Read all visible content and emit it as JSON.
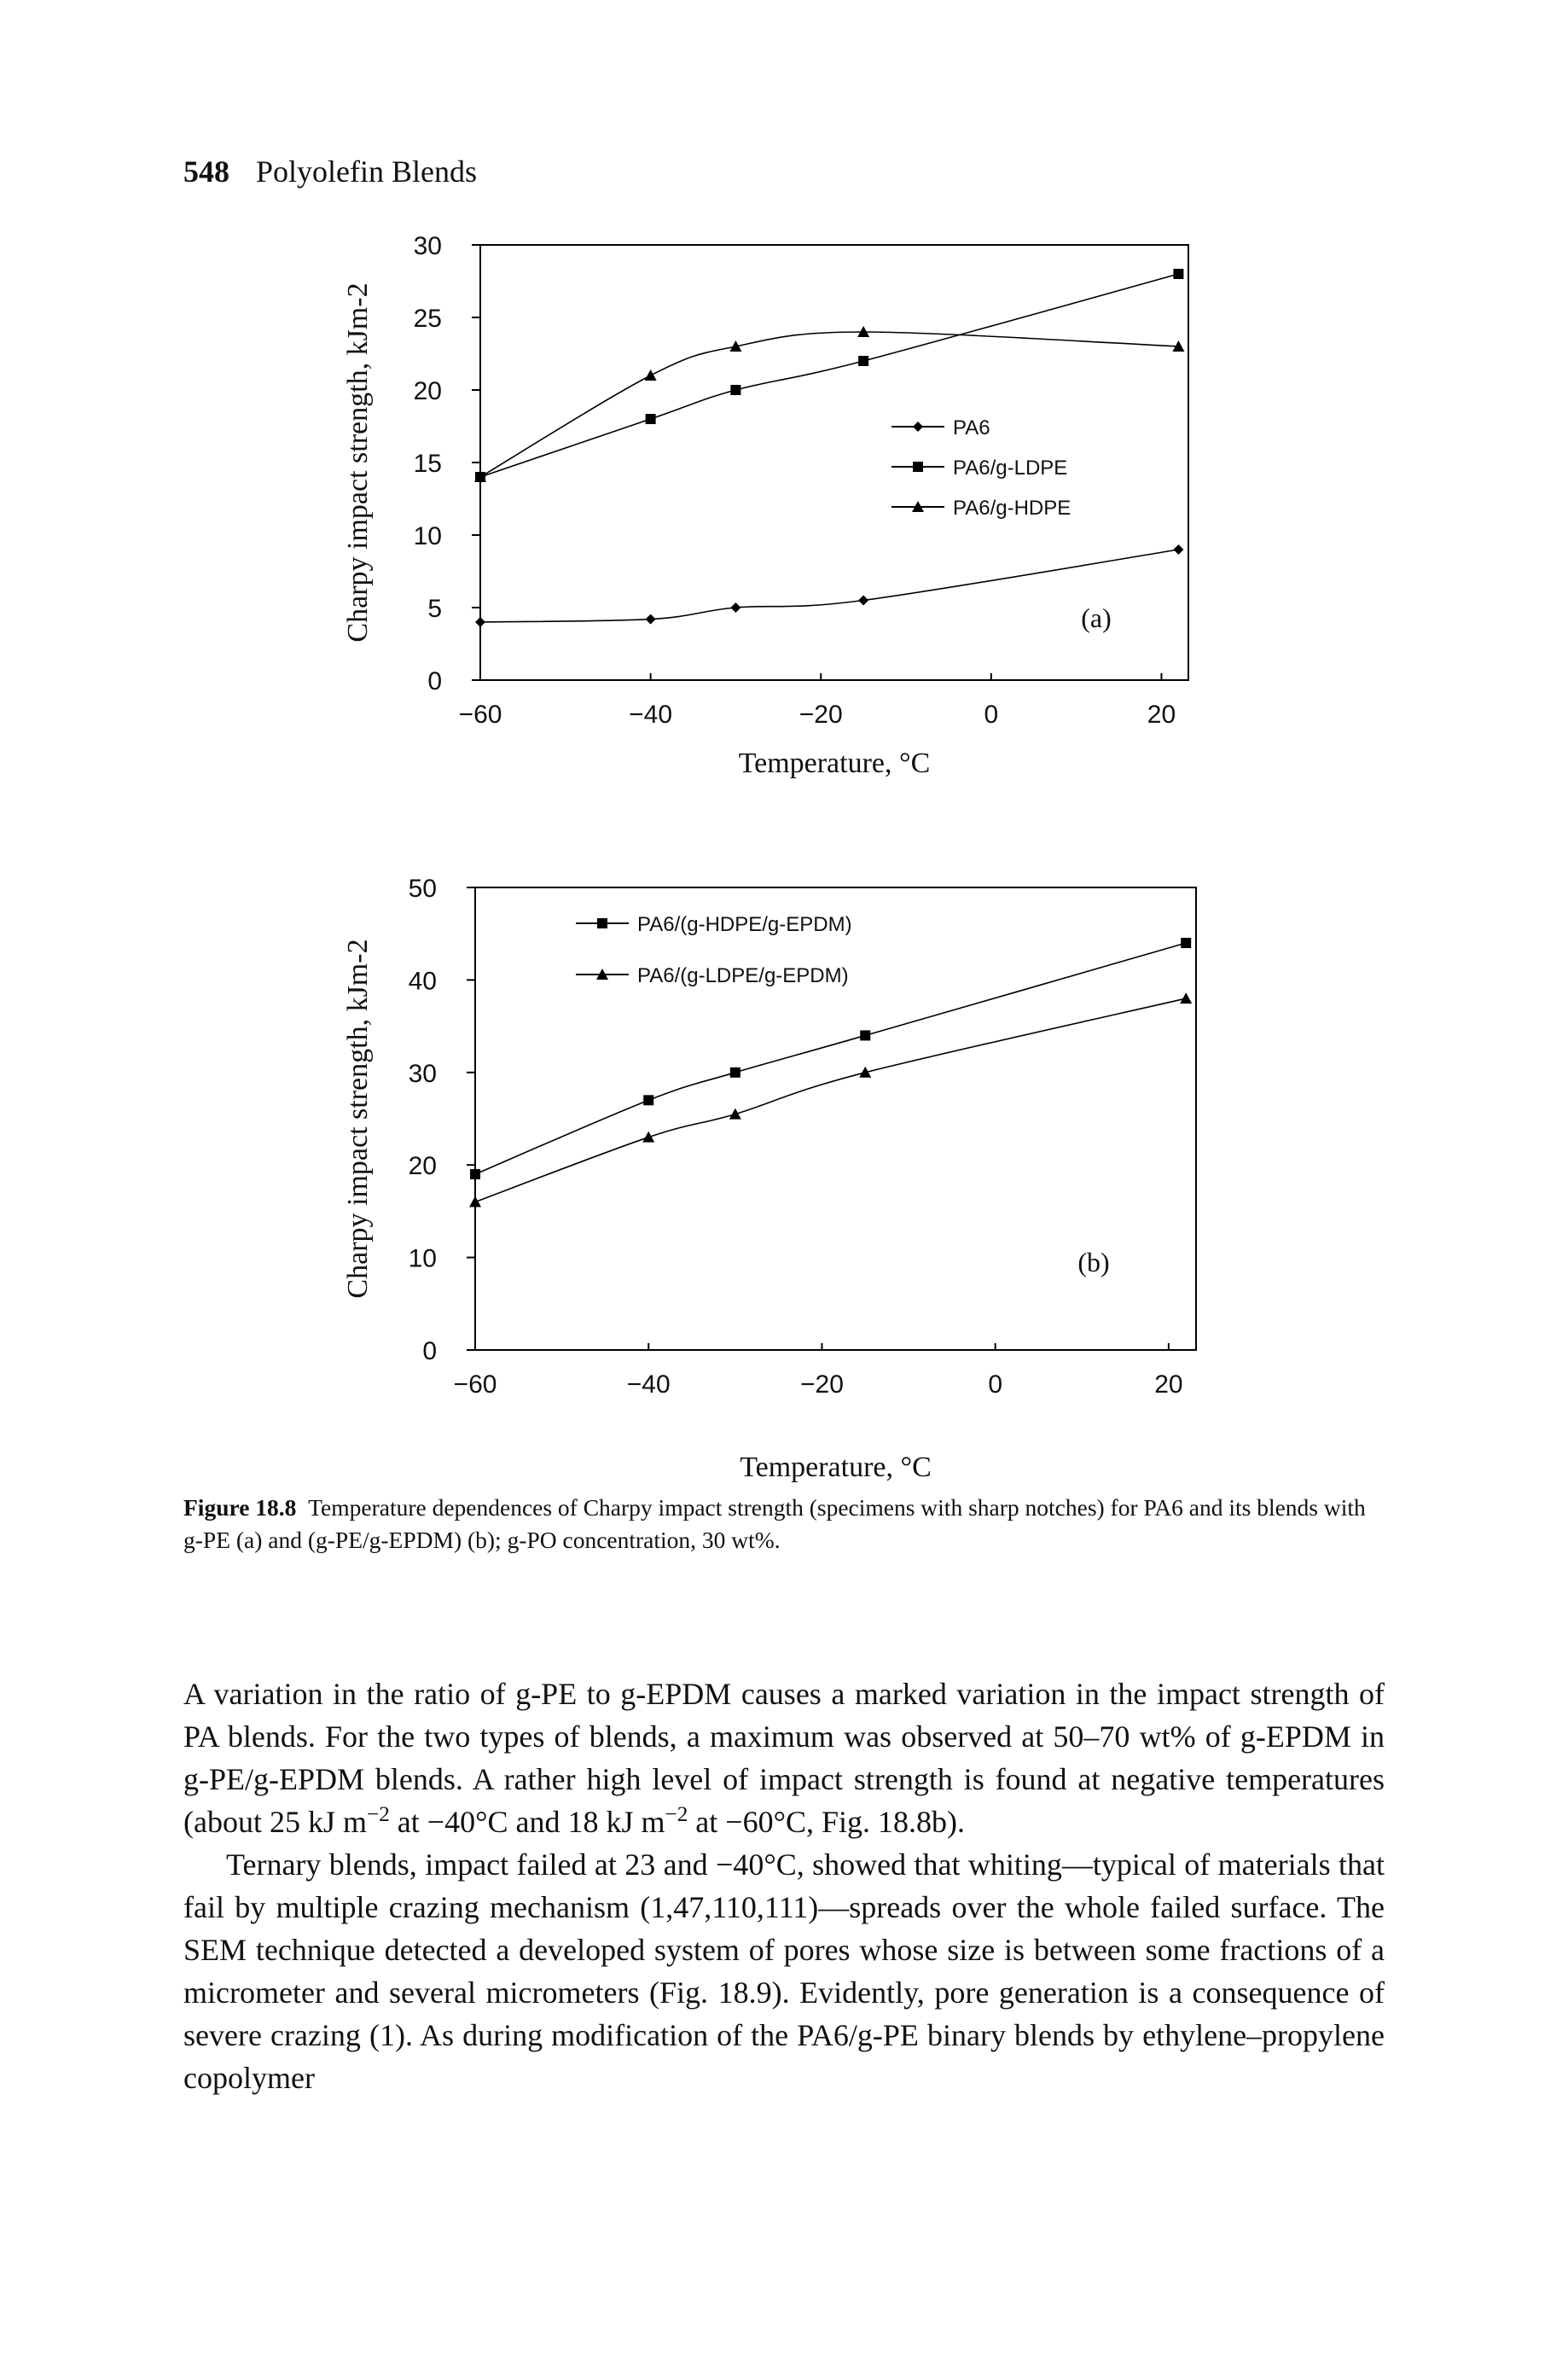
{
  "page_header": {
    "page_number": "548",
    "running_title": "Polyolefin Blends"
  },
  "chart_data": [
    {
      "type": "line",
      "panel_label": "(a)",
      "xlabel": "Temperature, °C",
      "ylabel": "Charpy impact strength, kJm-2",
      "xlim": [
        -60,
        22
      ],
      "ylim": [
        0,
        30
      ],
      "xticks": [
        "-60",
        "-40",
        "-20",
        "0",
        "20"
      ],
      "yticks": [
        "0",
        "5",
        "10",
        "15",
        "20",
        "25",
        "30"
      ],
      "legend_position": "center-right",
      "series": [
        {
          "name": "PA6",
          "marker": "diamond",
          "x": [
            -60,
            -40,
            -30,
            -15,
            22
          ],
          "y": [
            4,
            4.2,
            5,
            5.5,
            9
          ]
        },
        {
          "name": "PA6/g-LDPE",
          "marker": "square",
          "x": [
            -60,
            -40,
            -30,
            -15,
            22
          ],
          "y": [
            14,
            18,
            20,
            22,
            28
          ]
        },
        {
          "name": "PA6/g-HDPE",
          "marker": "triangle",
          "x": [
            -60,
            -40,
            -30,
            -15,
            22
          ],
          "y": [
            14,
            21,
            23,
            24,
            23
          ]
        }
      ]
    },
    {
      "type": "line",
      "panel_label": "(b)",
      "xlabel": "Temperature, °C",
      "ylabel": "Charpy impact strength, kJm-2",
      "xlim": [
        -60,
        22
      ],
      "ylim": [
        0,
        50
      ],
      "xticks": [
        "-60",
        "-40",
        "-20",
        "0",
        "20"
      ],
      "yticks": [
        "0",
        "10",
        "20",
        "30",
        "40",
        "50"
      ],
      "legend_position": "top-left",
      "series": [
        {
          "name": "PA6/(g-HDPE/g-EPDM)",
          "marker": "square",
          "x": [
            -60,
            -40,
            -30,
            -15,
            22
          ],
          "y": [
            19,
            27,
            30,
            34,
            44
          ]
        },
        {
          "name": "PA6/(g-LDPE/g-EPDM)",
          "marker": "triangle",
          "x": [
            -60,
            -40,
            -30,
            -15,
            22
          ],
          "y": [
            16,
            23,
            25.5,
            30,
            38
          ]
        }
      ]
    }
  ],
  "caption": {
    "label": "Figure 18.8",
    "text": "Temperature dependences of Charpy impact strength (specimens with sharp notches) for PA6 and its blends with g-PE (a) and (g-PE/g-EPDM) (b); g-PO concentration, 30 wt%."
  },
  "body": {
    "p1_a": "A variation in the ratio of g-PE to g-EPDM causes a marked variation in the impact strength of PA blends. For the two types of blends, a maximum was observed at 50–70 wt% of g-EPDM in g-PE/g-EPDM blends. A rather high level of impact strength is found at negative temperatures (about 25 kJ m",
    "p1_sup1": "−2",
    "p1_b": " at −40°C and 18 kJ m",
    "p1_sup2": "−2",
    "p1_c": " at −60°C, Fig. 18.8b).",
    "p2": "Ternary blends, impact failed at 23 and −40°C, showed that whiting—typical of materials that fail by multiple crazing mechanism (1,47,110,111)—spreads over the whole failed surface. The SEM technique detected a developed system of pores whose size is between some fractions of a micrometer and several micrometers (Fig. 18.9). Evidently, pore generation is a consequence of severe crazing (1). As during modification of the PA6/g-PE binary blends by ethylene–propylene copolymer"
  }
}
